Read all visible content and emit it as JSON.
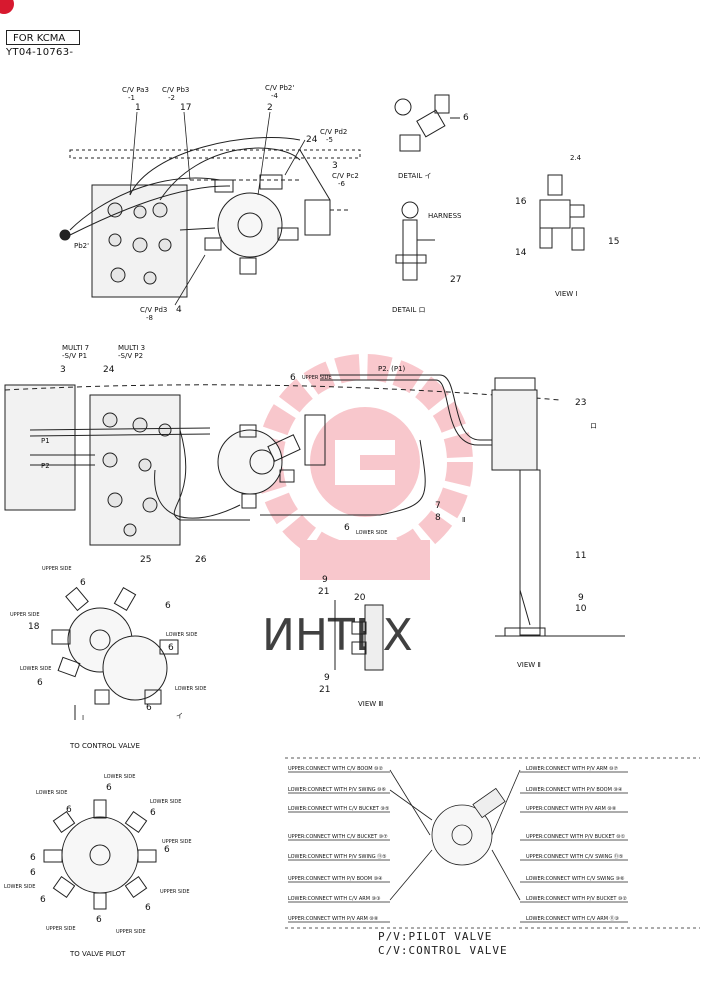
{
  "header": {
    "variant": "FOR KCMA",
    "serial": "YT04-10763-"
  },
  "watermark": {
    "text": "ИНТЕХ",
    "color": "#e8394a"
  },
  "top_section": {
    "callouts_top": [
      "C/V Pa3\n-1",
      "C/V Pb3\n-2",
      "C/V Pb2'\n-4"
    ],
    "cv_pa3": "C/V Pa3",
    "cv_pa3_n": "-1",
    "cv_pb3": "C/V Pb3",
    "cv_pb3_n": "-2",
    "cv_pb2": "C/V Pb2'",
    "cv_pb2_n": "-4",
    "cv_pd2": "C/V Pd2",
    "cv_pd2_n": "-5",
    "cv_pc2": "C/V Pc2",
    "cv_pc2_n": "-6",
    "cv_pd3": "C/V Pd3",
    "cv_pd3_n": "-8",
    "num_1": "1",
    "num_17": "17",
    "num_2": "2",
    "num_24": "24",
    "num_3": "3",
    "num_4": "4",
    "pb2": "Pb2'",
    "detail_a": "DETAIL イ",
    "detail_b": "DETAIL ロ",
    "view_1": "VIEW Ⅰ",
    "harness": "HARNESS",
    "num_27": "27",
    "num_6": "6",
    "num_16": "16",
    "num_14": "14",
    "num_15": "15",
    "num_24b": "2.4"
  },
  "middle_section": {
    "multi7": "MULTI 7",
    "multi7_sub": "-S/V P1",
    "multi3": "MULTI 3",
    "multi3_sub": "-S/V P2",
    "num_3": "3",
    "num_24": "24",
    "num_6": "6",
    "upper_side": "UPPER SIDE",
    "p2p1": "P2. (P1)",
    "num_23": "23",
    "mark_c": "ロ",
    "num_7": "7",
    "num_8": "8",
    "arrow_2": "Ⅱ",
    "num_6b": "6",
    "lower_side": "LOWER SIDE",
    "num_25": "25",
    "num_26": "26",
    "num_11": "11",
    "num_9": "9",
    "num_10": "10",
    "view_2": "VIEW Ⅱ",
    "p1": "P1",
    "p2": "P2"
  },
  "lower_left": {
    "upper_side": "UPPER SIDE",
    "lower_side": "LOWER SIDE",
    "num_6": "6",
    "num_18": "18",
    "mark_i": "イ",
    "arrow_1": "Ⅰ",
    "caption": "TO CONTROL VALVE"
  },
  "view_ii_detail": {
    "num_9": "9",
    "num_21": "21",
    "num_20": "20",
    "num_9b": "9",
    "num_21b": "21",
    "caption": "VIEW Ⅲ"
  },
  "pilot_valve": {
    "caption": "TO VALVE PILOT",
    "lower_side": "LOWER SIDE",
    "upper_side": "UPPER SIDE",
    "num_6": "6"
  },
  "port_table": {
    "left": [
      "UPPER:CONNECT WITH C/V BOOM  ⑩②",
      "LOWER:CONNECT WITH P/V SWING ⑩⑥",
      "LOWER:CONNECT WITH C/V BUCKET ⑩⑤",
      "UPPER:CONNECT WITH C/V BUCKET ⑩⑦",
      "LOWER:CONNECT WITH P/V SWING  ⑪⑤",
      "UPPER:CONNECT WITH P/V BOOM  ⑩④",
      "LOWER:CONNECT WITH C/V ARM ⑩③",
      "UPPER:CONNECT WITH P/V ARM ⑩⑧"
    ],
    "right": [
      "LOWER:CONNECT WITH P/V ARM ⑩⑦",
      "LOWER:CONNECT WITH P/V BOOM ⑩④",
      "UPPER:CONNECT WITH P/V ARM ⑩⑧",
      "UPPER:CONNECT WITH P/V BUCKET ⑩①",
      "UPPER:CONNECT WITH C/V SWING ⑪⑤",
      "LOWER:CONNECT WITH C/V SWING ⑩⑥",
      "LOWER:CONNECT WITH P/V BUCKET ⑩②",
      "LOWER:CONNECT WITH C/V ARM ⑪③"
    ]
  },
  "legend": {
    "pv": "P/V:PILOT VALVE",
    "cv": "C/V:CONTROL VALVE"
  }
}
